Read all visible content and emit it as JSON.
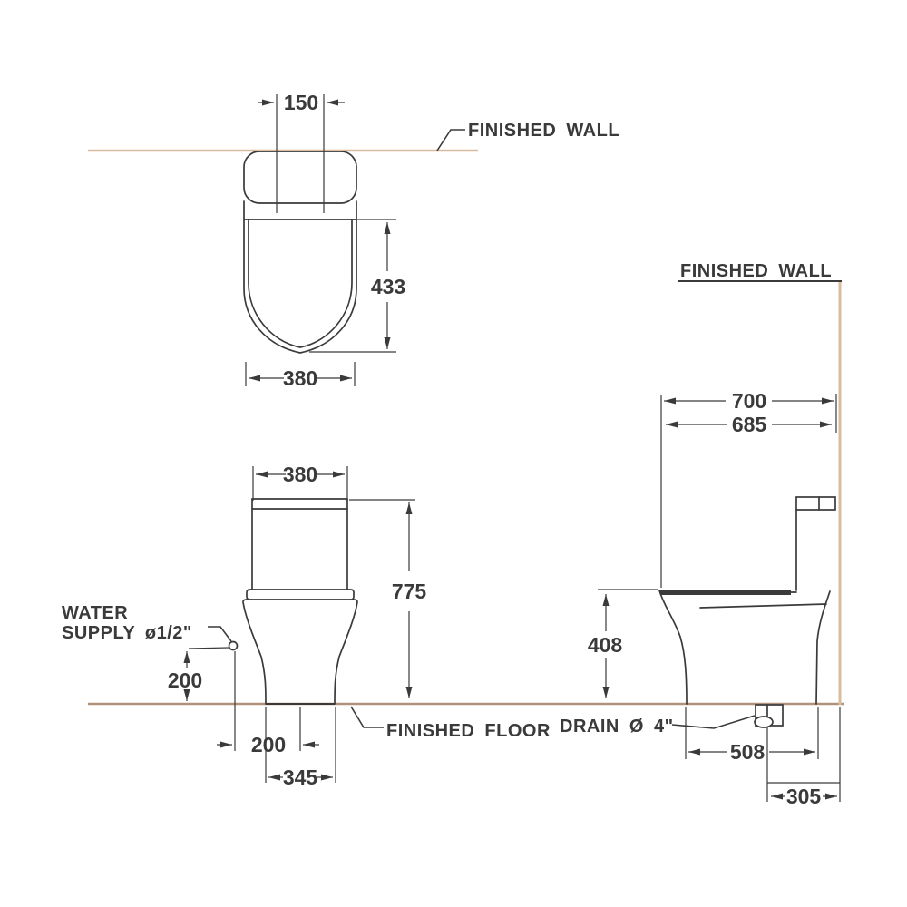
{
  "drawing": {
    "type": "toilet installation dimension drawing",
    "views": [
      "top view",
      "front view",
      "side view"
    ]
  },
  "colors": {
    "line": "#3a3a3a",
    "wall_line": "#d9bb9f",
    "floor_line": "#b2917a"
  },
  "labels": {
    "finished_wall_top": "FINISHED WALL",
    "finished_wall_side": "FINISHED WALL",
    "finished_floor": "FINISHED FLOOR",
    "water_supply_line1": "WATER",
    "water_supply_line2": "SUPPLY ø1/2\"",
    "drain": "DRAIN Ø 4\""
  },
  "dimensions": {
    "top_view": {
      "tank_fitting_spacing": "150",
      "bowl_length": "433",
      "bowl_width": "380"
    },
    "front_view": {
      "tank_width": "380",
      "overall_height": "775",
      "water_supply_height": "200",
      "water_supply_offset": "200",
      "base_width": "345"
    },
    "side_view": {
      "overall_depth": "700",
      "body_depth": "685",
      "rim_height": "408",
      "front_to_drain": "508",
      "drain_to_wall": "305"
    }
  }
}
